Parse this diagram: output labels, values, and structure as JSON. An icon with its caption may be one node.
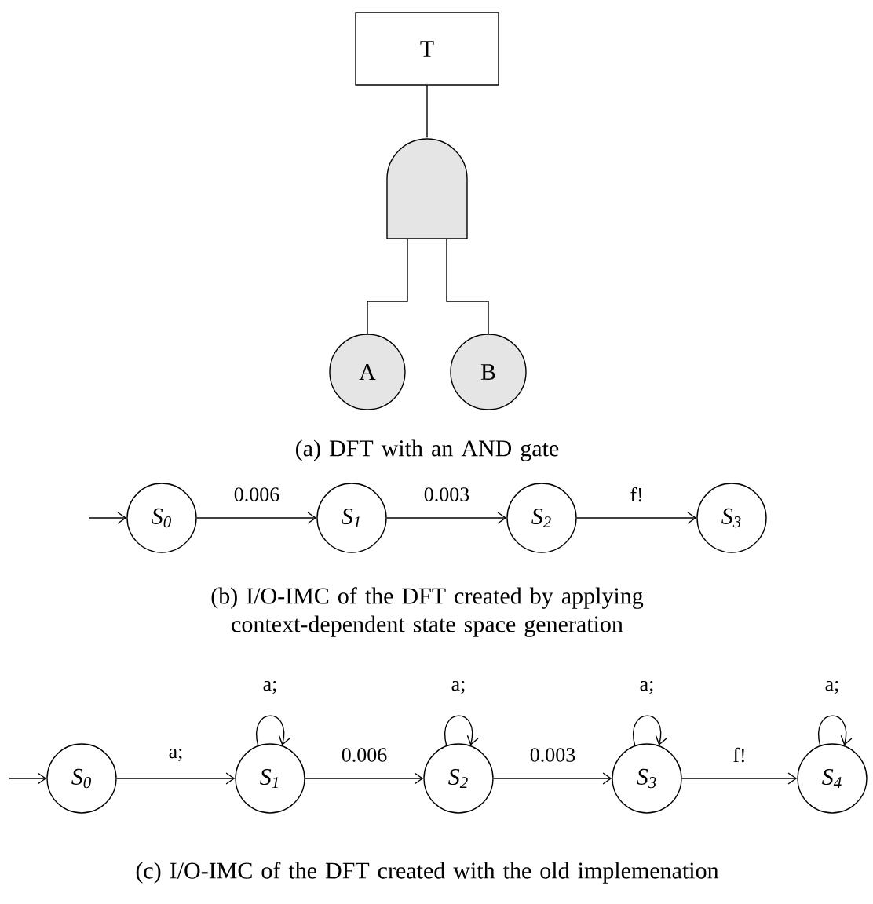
{
  "diagram": {
    "nodes": [
      {
        "text": [
          "T"
        ]
      },
      {
        "text": [],
        "shape": "gate"
      },
      {
        "text": [
          "A"
        ]
      },
      {
        "text": [
          "B"
        ]
      },
      {
        "text": [
          "S$_{0}$"
        ]
      },
      {
        "text": [
          "S$_{1}$"
        ]
      },
      {
        "text": [
          "S$_{2}$"
        ]
      },
      {
        "text": [
          "S$_{3}$"
        ]
      },
      {
        "text": [
          "S$_{0}$"
        ]
      },
      {
        "text": [
          "S$_{1}$"
        ]
      },
      {
        "text": [
          "S$_{2}$"
        ]
      },
      {
        "text": [
          "S$_{3}$"
        ]
      },
      {
        "text": [
          "S$_{4}$"
        ]
      }
    ],
    "edges": [
      {
        "from": 0,
        "to": 1,
        "arrow": "none"
      },
      {
        "from": 1,
        "to": 2,
        "arrow": "none"
      },
      {
        "from": 1,
        "to": 3,
        "arrow": "none"
      },
      {
        "from": null,
        "to": 4,
        "arrow": "to"
      },
      {
        "from": 4,
        "to": 5,
        "arrow": "to",
        "label": "0.006"
      },
      {
        "from": 5,
        "to": 6,
        "arrow": "to",
        "label": "0.003"
      },
      {
        "from": 6,
        "to": 7,
        "arrow": "to",
        "label": "f!"
      },
      {
        "from": null,
        "to": 8,
        "arrow": "to"
      },
      {
        "from": 8,
        "to": 9,
        "arrow": "to",
        "label": "a;"
      },
      {
        "from": 9,
        "to": 9,
        "arrow": "to",
        "label": "a;"
      },
      {
        "from": 9,
        "to": 10,
        "arrow": "to",
        "label": "0.006"
      },
      {
        "from": 10,
        "to": 10,
        "arrow": "to",
        "label": "a;"
      },
      {
        "from": 10,
        "to": 11,
        "arrow": "to",
        "label": "0.003"
      },
      {
        "from": 11,
        "to": 11,
        "arrow": "to",
        "label": "a;"
      },
      {
        "from": 11,
        "to": 12,
        "arrow": "to",
        "label": "f!"
      },
      {
        "from": 12,
        "to": 12,
        "arrow": "to",
        "label": "a;"
      }
    ],
    "labels": [
      "(a) DFT with an AND gate",
      "(b) I/O-IMC of the DFT created by applying context-dependent state space generation",
      "(c) I/O-IMC of the DFT created with the old implemenation"
    ]
  }
}
